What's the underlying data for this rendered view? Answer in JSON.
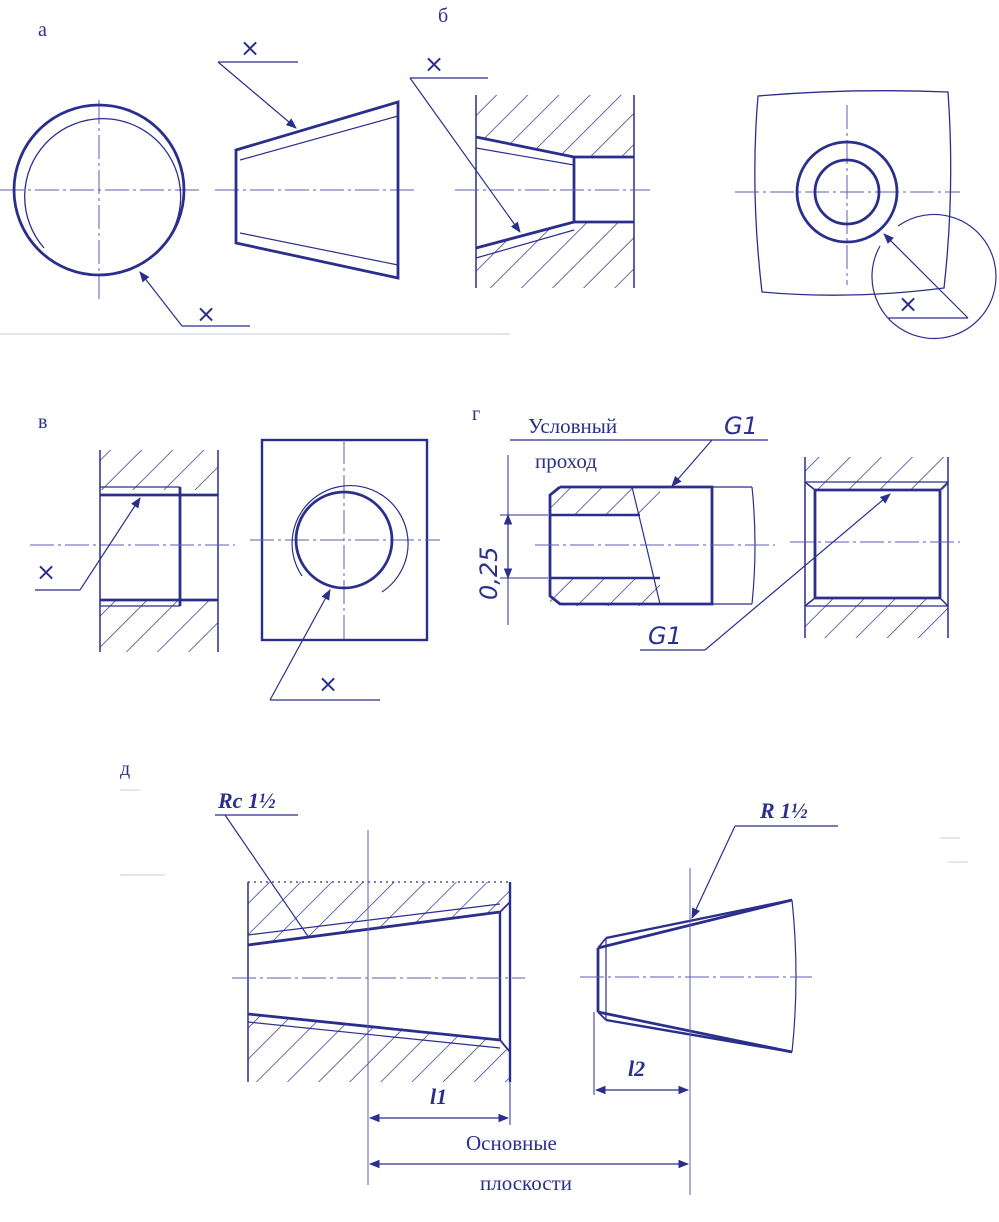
{
  "colors": {
    "ink": "#2b2f8c",
    "thin": "#5b5fb0",
    "paper": "#ffffff"
  },
  "panels": {
    "a": {
      "label": "а",
      "thread_sign": "×"
    },
    "b": {
      "label": "б",
      "thread_sign": "×"
    },
    "v": {
      "label": "в",
      "thread_sign": "×"
    },
    "g": {
      "label": "г",
      "note_line1": "Условный",
      "note_line2": "проход",
      "designation_top": "G1",
      "designation_bottom": "G1",
      "dimension": "0,25"
    },
    "d": {
      "label": "д",
      "internal_thread": "Rc 1½",
      "external_thread": "R 1½",
      "length_1": "l1",
      "length_2": "l2",
      "planes_line1": "Основные",
      "planes_line2": "плоскости"
    }
  }
}
